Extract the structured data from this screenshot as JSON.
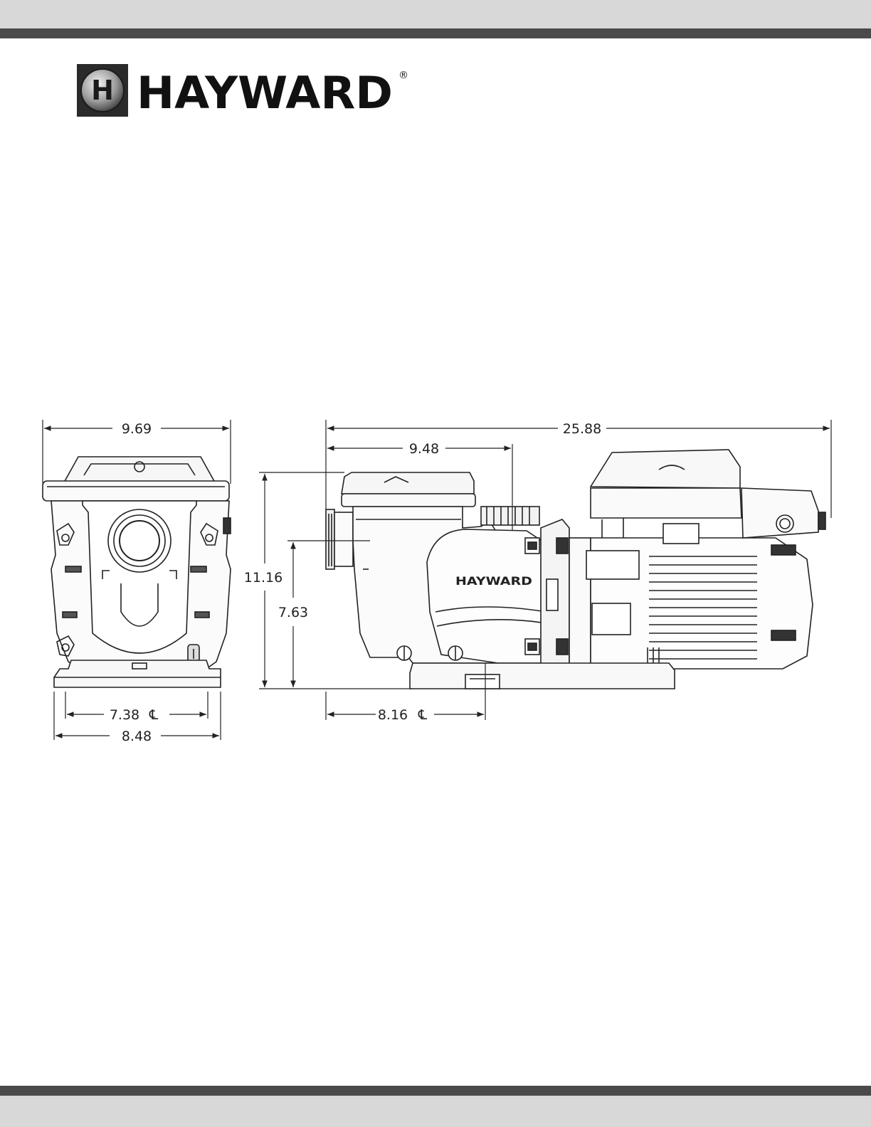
{
  "brand": {
    "name": "HAYWARD",
    "mark": "H",
    "registered": "®"
  },
  "dimensions": {
    "front_width": "9.69",
    "front_base_centerline": "7.38",
    "front_base_width": "8.48",
    "overall_length": "25.88",
    "inlet_to_strainer": "9.48",
    "overall_height": "11.16",
    "inlet_height": "7.63",
    "inlet_to_foot": "8.16",
    "centerline_symbol": "℄"
  },
  "colors": {
    "band": "#d8d8d8",
    "bar": "#4a4a4a",
    "line": "#222222"
  }
}
